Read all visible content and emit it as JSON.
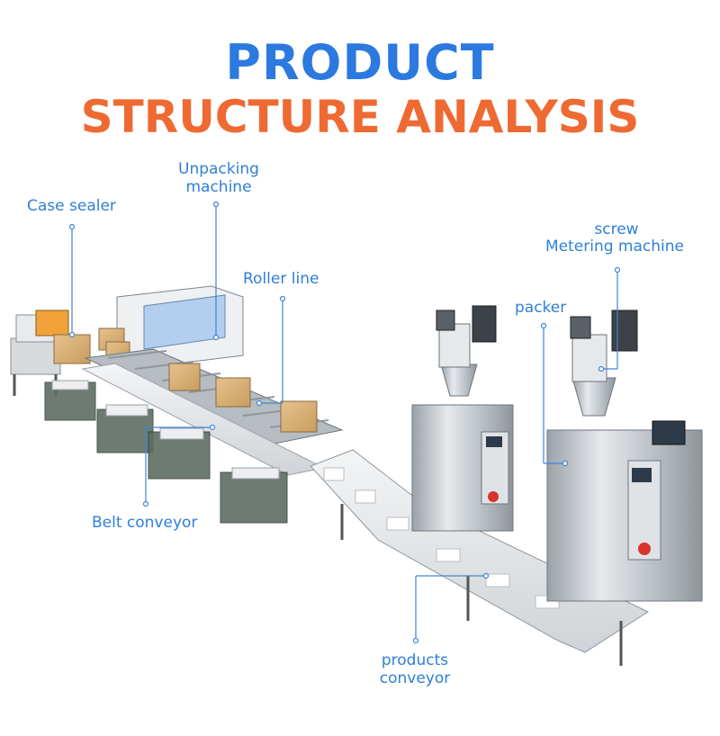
{
  "title": {
    "line1": "PRODUCT",
    "line2": "STRUCTURE ANALYSIS"
  },
  "labels": {
    "case_sealer": "Case sealer",
    "unpacking_line1": "Unpacking",
    "unpacking_line2": "machine",
    "roller_line": "Roller line",
    "screw": "screw",
    "metering_machine": "Metering machine",
    "packer": "packer",
    "belt_conveyor": "Belt conveyor",
    "products_line1": "products",
    "products_line2": "conveyor"
  },
  "colors": {
    "title_blue": "#2c79e0",
    "title_orange": "#ee6a32",
    "label_blue": "#2f7fd6",
    "steel": "#c9ced3",
    "frame_green": "#4a5a52",
    "box_brown": "#d9b27a"
  }
}
